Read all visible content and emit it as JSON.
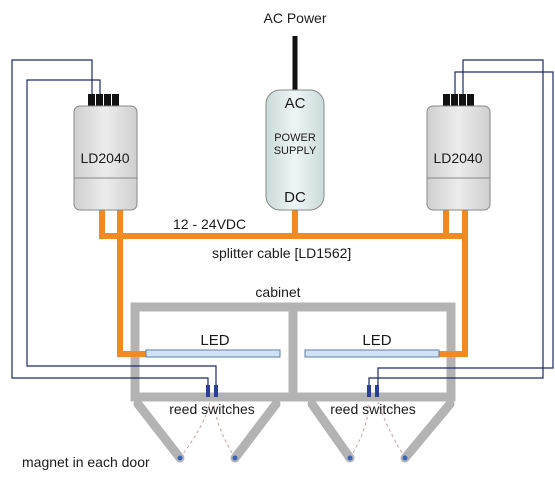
{
  "labels": {
    "ac_power": "AC Power",
    "psu_ac": "AC",
    "psu_power": "POWER",
    "psu_supply": "SUPPLY",
    "psu_dc": "DC",
    "controller_left": "LD2040",
    "controller_right": "LD2040",
    "voltage": "12 - 24VDC",
    "splitter": "splitter cable [LD1562]",
    "cabinet": "cabinet",
    "led_left": "LED",
    "led_right": "LED",
    "reed_left": "reed switches",
    "reed_right": "reed switches",
    "magnet": "magnet in each door"
  },
  "colors": {
    "cable": "#f28a22",
    "cabinet": "#b3b3b3",
    "wire": "#1c2a6b",
    "device_fill": "#e6e6e6",
    "psu_fill": "#e4eeee",
    "led_fill": "#cfe3f5"
  }
}
